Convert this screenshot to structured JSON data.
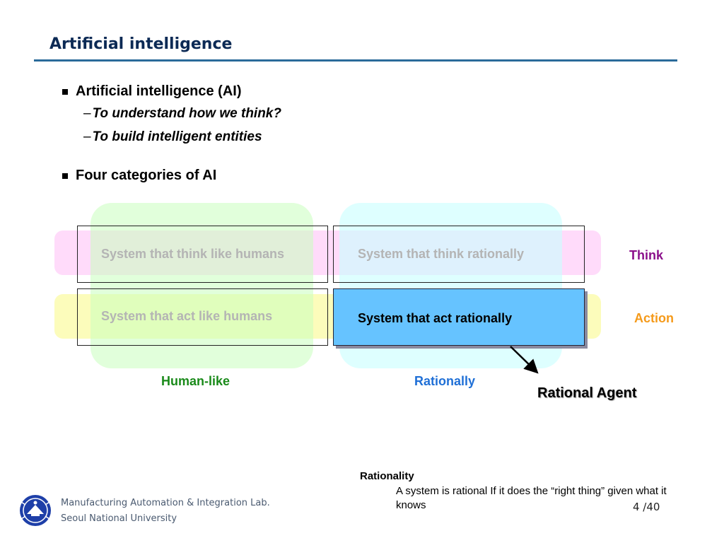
{
  "slide": {
    "title": "Artificial intelligence",
    "bullets": [
      {
        "label": "Artificial intelligence (AI)",
        "subitems": [
          "To understand how we think?",
          "To build intelligent entities"
        ]
      },
      {
        "label": "Four categories of AI"
      }
    ]
  },
  "matrix": {
    "cells": {
      "think_human": "System that think like humans",
      "think_rational": "System that think rationally",
      "act_human": "System that act like humans",
      "act_rational": "System that act rationally"
    },
    "row_labels": {
      "think": "Think",
      "action": "Action"
    },
    "col_labels": {
      "human": "Human-like",
      "rational": "Rationally"
    },
    "highlight_label": "Rational Agent",
    "colors": {
      "think": "#8b0f8b",
      "action": "#f59a1a",
      "human": "#1a8a1a",
      "rational": "#1f6fd6",
      "active_cell": "#66c3ff"
    }
  },
  "note": {
    "heading": "Rationality",
    "body": "A system is rational If it does the “right thing” given what it knows"
  },
  "footer": {
    "lab_name": "Manufacturing Automation & Integration Lab.",
    "university": "Seoul National University",
    "page": "4 /40",
    "logo_icon": "snu-emblem-icon"
  }
}
